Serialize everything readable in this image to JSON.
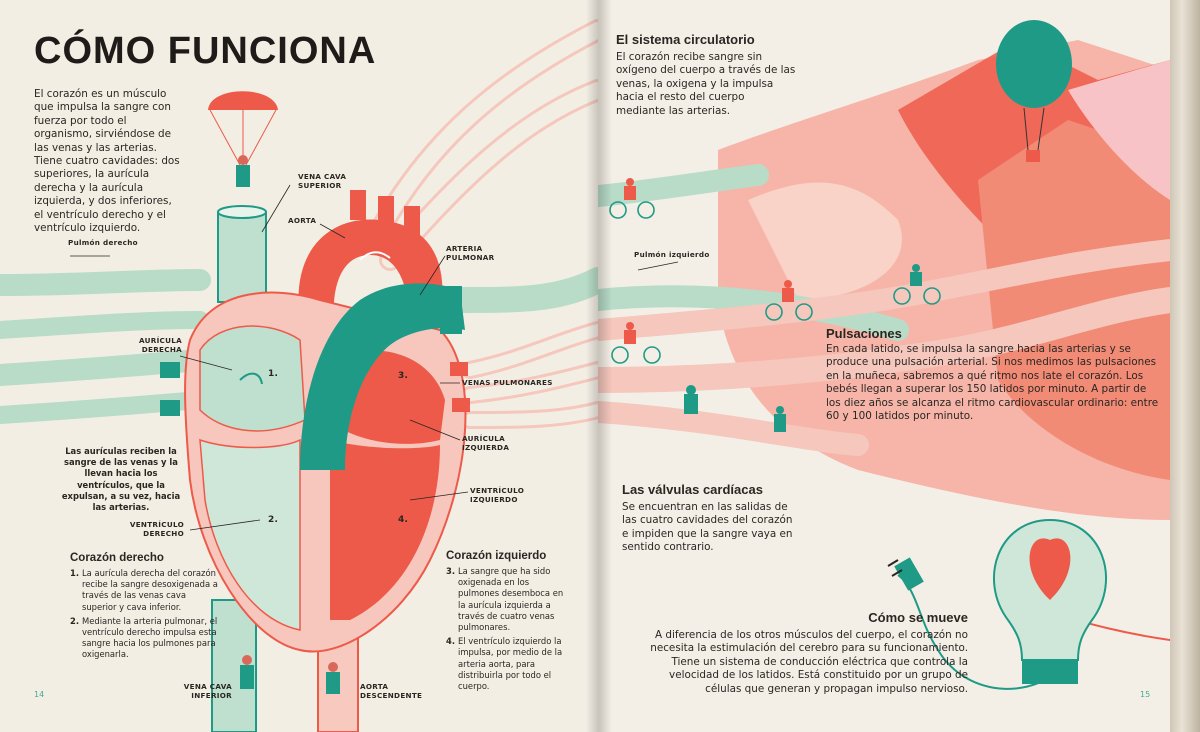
{
  "colors": {
    "accent": "#ee5a49",
    "mint": "#a9d6bf",
    "teal": "#1f9a86",
    "pink": "#f7b8ad",
    "paper": "#f3eee4"
  },
  "left": {
    "title": "CÓMO FUNCIONA",
    "intro": "El corazón es un músculo que impulsa la sangre con fuerza por todo el organismo, sirviéndose de las venas y las arterias. Tiene cuatro cavidades: dos superiores, la aurícula derecha y la aurícula izquierda, y dos inferiores, el ventrículo derecho y el ventrículo izquierdo.",
    "labels": {
      "pulmon_derecho": "Pulmón derecho",
      "vena_cava_superior": "VENA CAVA SUPERIOR",
      "aorta": "AORTA",
      "arteria_pulmonar": "ARTERIA PULMONAR",
      "auricula_derecha": "AURÍCULA DERECHA",
      "venas_pulmonares": "VENAS PULMONARES",
      "auricula_izquierda": "AURÍCULA IZQUIERDA",
      "ventriculo_izquierdo": "VENTRÍCULO IZQUIERDO",
      "ventriculo_derecho": "VENTRÍCULO DERECHO",
      "vena_cava_inferior": "VENA CAVA INFERIOR",
      "aorta_descendente": "AORTA DESCENDENTE",
      "n1": "1.",
      "n2": "2.",
      "n3": "3.",
      "n4": "4."
    },
    "auriculas_note": "Las aurículas reciben la sangre de las venas y la llevan hacia los ventrículos, que la expulsan, a su vez, hacia las arterias.",
    "corazon_derecho": {
      "heading": "Corazón derecho",
      "items": [
        {
          "n": "1.",
          "text": "La aurícula derecha del corazón recibe la sangre desoxigenada a través de las venas cava superior y cava inferior."
        },
        {
          "n": "2.",
          "text": "Mediante la arteria pulmonar, el ventrículo derecho impulsa esta sangre hacia los pulmones para oxigenarla."
        }
      ]
    },
    "corazon_izquierdo": {
      "heading": "Corazón izquierdo",
      "items": [
        {
          "n": "3.",
          "text": "La sangre que ha sido oxigenada en los pulmones desemboca en la aurícula izquierda a través de cuatro venas pulmonares."
        },
        {
          "n": "4.",
          "text": "El ventrículo izquierdo la impulsa, por medio de la arteria aorta, para distribuirla por todo el cuerpo."
        }
      ]
    },
    "page_number": "14"
  },
  "right": {
    "sistema": {
      "heading": "El sistema circulatorio",
      "text": "El corazón recibe sangre sin oxígeno del cuerpo a través de las venas, la oxigena y la impulsa hacia el resto del cuerpo mediante las arterias."
    },
    "pulmon_izquierdo": "Pulmón izquierdo",
    "pulsaciones": {
      "heading": "Pulsaciones",
      "text": "En cada latido, se impulsa la sangre hacia las arterias y se produce una pulsación arterial. Si nos medimos las pulsaciones en la muñeca, sabremos a qué ritmo nos late el corazón. Los bebés llegan a superar los 150 latidos por minuto. A partir de los diez años se alcanza el ritmo cardiovascular ordinario: entre 60 y 100 latidos por minuto."
    },
    "valvulas": {
      "heading": "Las válvulas cardíacas",
      "text": "Se encuentran en las salidas de las cuatro cavidades del corazón e impiden que la sangre vaya en sentido contrario."
    },
    "mueve": {
      "heading": "Cómo se mueve",
      "text": "A diferencia de los otros músculos del cuerpo, el corazón no necesita la estimulación del cerebro para su funcionamiento. Tiene un sistema de conducción eléctrica que controla la velocidad de los latidos. Está constituido por un grupo de células que generan y propagan impulso nervioso."
    },
    "page_number": "15"
  }
}
